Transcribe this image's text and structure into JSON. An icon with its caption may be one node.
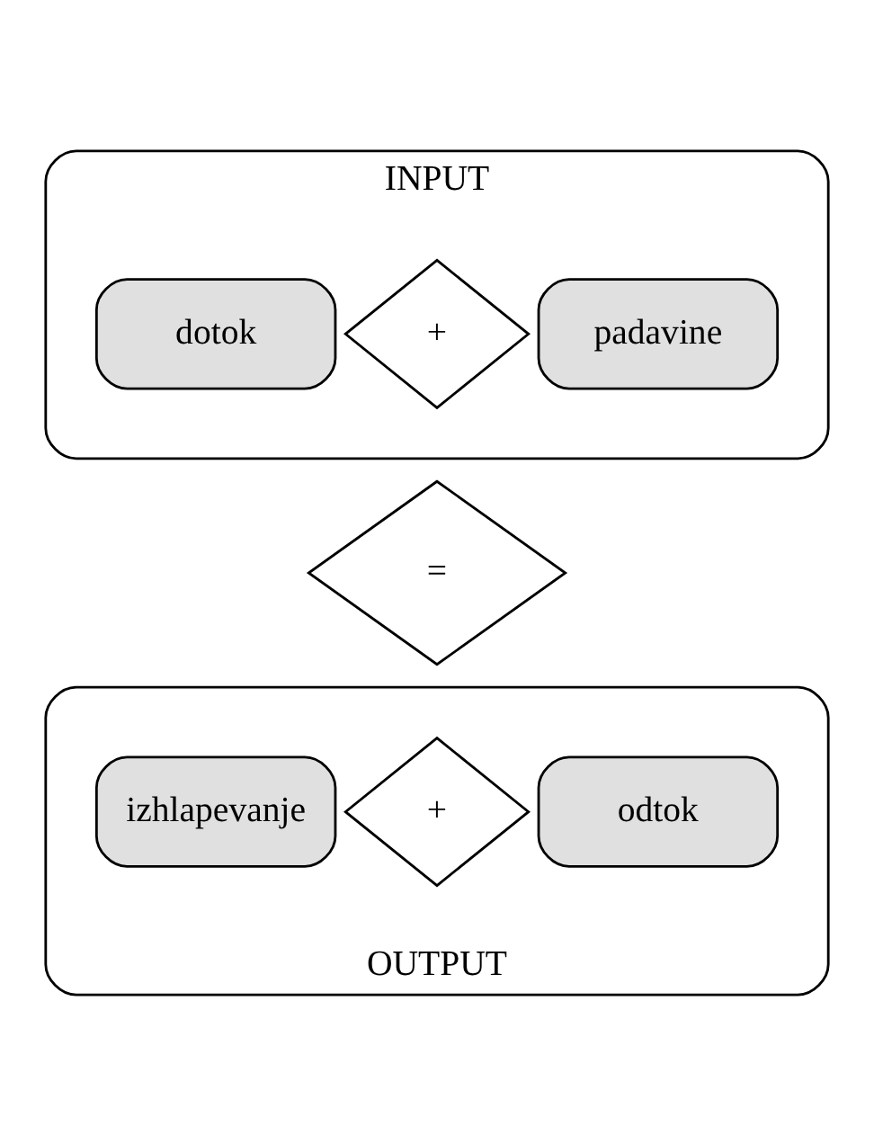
{
  "diagram": {
    "nodes": [
      {
        "text": [
          "INPUT"
        ]
      },
      {
        "text": [
          "dotok"
        ],
        "in": 0
      },
      {
        "text": [
          "+"
        ],
        "in": 0
      },
      {
        "text": [
          "padavine"
        ],
        "in": 0
      },
      {
        "text": [
          "="
        ]
      },
      {
        "text": [
          "OUTPUT"
        ]
      },
      {
        "text": [
          "izhlapevanje"
        ],
        "in": 5
      },
      {
        "text": [
          "+"
        ],
        "in": 5
      },
      {
        "text": [
          "odtok"
        ],
        "in": 5
      }
    ],
    "edges": []
  }
}
